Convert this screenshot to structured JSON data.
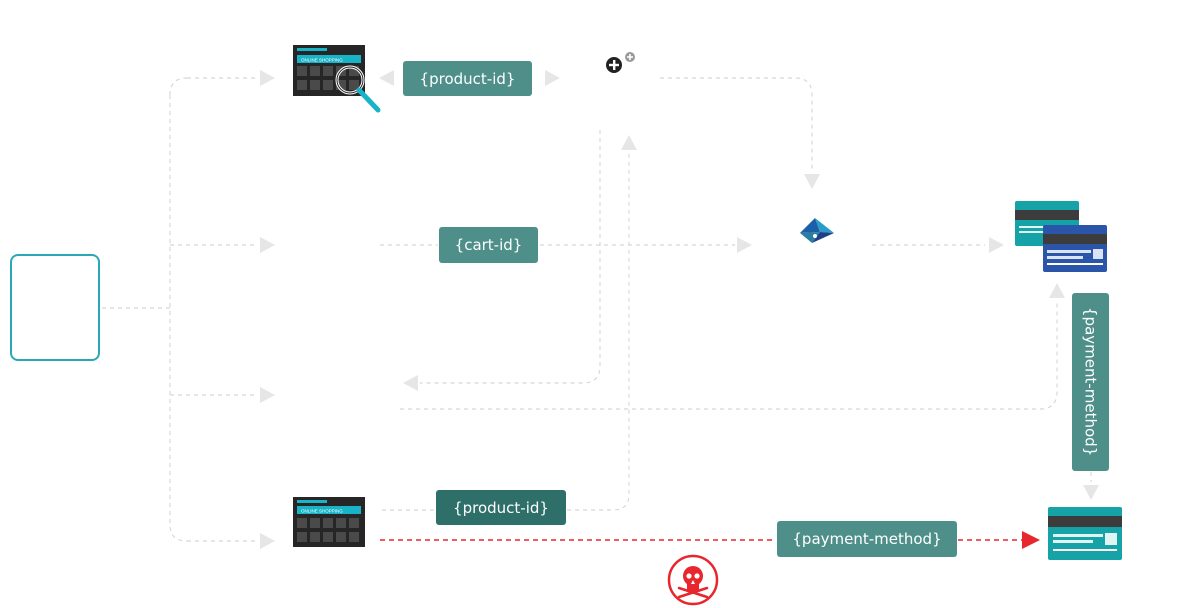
{
  "labels": {
    "product_id_top": "{product-id}",
    "cart_id": "{cart-id}",
    "payment_method_vertical": "{payment-method}",
    "product_id_bottom": "{product-id}",
    "payment_method_attack": "{payment-method}"
  },
  "icon_text": {
    "shop_banner": "ONLINE SHOPPING"
  },
  "colors": {
    "tag": "#4e8f89",
    "tag_dark": "#2f6f6a",
    "client_border": "#2aa8b5",
    "connector": "#dadada",
    "arrowhead": "#e6e6e6",
    "attack": "#e8262d",
    "card_teal": "#16a3a8",
    "card_blue": "#2b55a8",
    "shop_dark": "#262626",
    "shop_accent": "#18b3c7"
  },
  "icons": [
    "shop-search-icon",
    "add-service-icon",
    "gateway-logo-icon",
    "credit-cards-icon",
    "shop-icon",
    "credit-card-icon",
    "skull-icon"
  ]
}
